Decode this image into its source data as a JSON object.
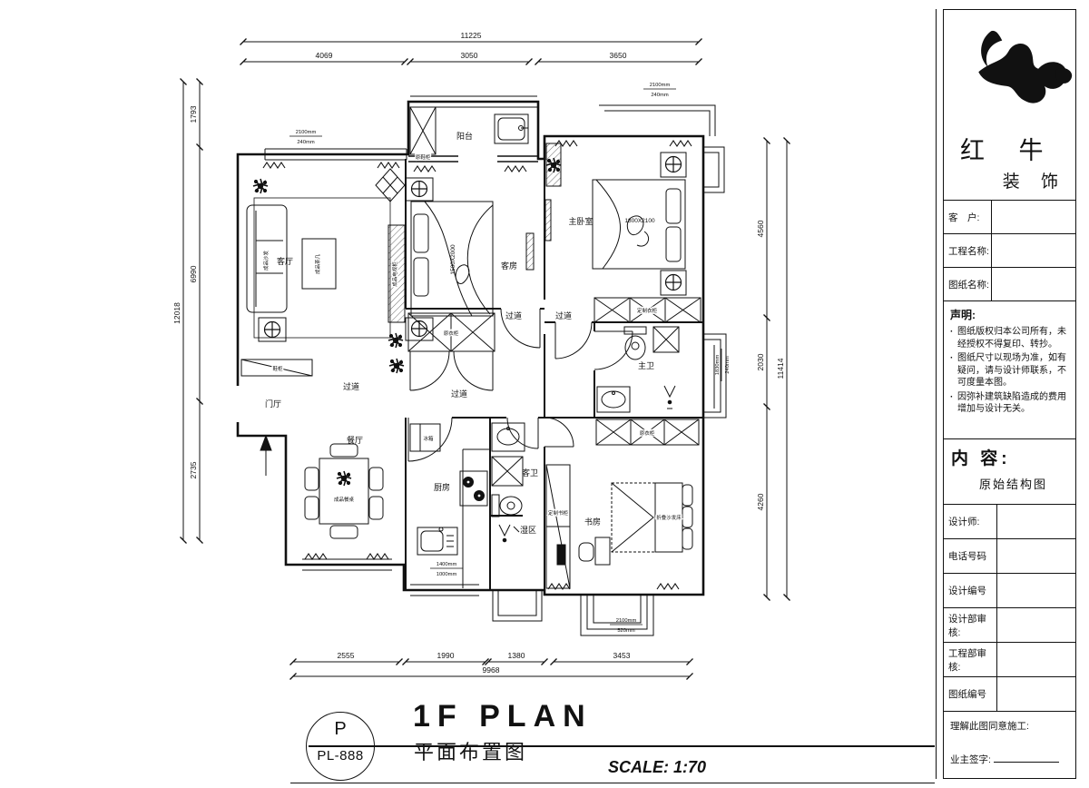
{
  "title_bar": {
    "sheet_code_top": "P",
    "sheet_code_bottom": "PL-888",
    "title_en": "1F PLAN",
    "title_zh": "平面布置图",
    "scale": "SCALE: 1:70"
  },
  "title_block": {
    "brand_top": "红 牛",
    "brand_bottom": "装 饰",
    "fields": [
      {
        "label": "客　户:"
      },
      {
        "label": "工程名称:"
      },
      {
        "label": "图纸名称:"
      }
    ],
    "statement_title": "声明:",
    "statements": [
      "图纸版权归本公司所有，未经授权不得复印、转抄。",
      "图纸尺寸以现场为准，如有疑问，请与设计师联系，不可度量本图。",
      "因弥补建筑缺陷造成的费用增加与设计无关。"
    ],
    "content_label": "内 容:",
    "content_value": "原始结构图",
    "rows": [
      "设计师:",
      "电话号码",
      "设计编号",
      "设计部审核:",
      "工程部审核:",
      "图纸编号"
    ],
    "agreement_label": "理解此图同意施工:",
    "signature_label": "业主签字:"
  },
  "dims": {
    "top": {
      "overall": "11225",
      "segs": [
        "4069",
        "3050",
        "3650"
      ]
    },
    "bottom": {
      "overall": "9968",
      "segs": [
        "2555",
        "1990",
        "1380",
        "3453"
      ]
    },
    "left": {
      "overall": "12018",
      "segs": [
        "1793",
        "6990",
        "2735"
      ]
    },
    "right": {
      "overall": "11414",
      "segs": [
        "4560",
        "2030",
        "4260"
      ]
    }
  },
  "plan": {
    "rooms": {
      "balcony": "阳台",
      "living": "客厅",
      "dining": "餐厅",
      "kitchen": "厨房",
      "foyer": "门厅",
      "guest_room": "客房",
      "master_bedroom": "主卧室",
      "study": "书房",
      "master_bath": "主卫",
      "guest_bath": "客卫",
      "wet_zone": "湿区",
      "corridor": "过道"
    },
    "items": {
      "shoe_cabinet": "鞋柜",
      "balcony_cabinet": "原鞋柜",
      "orig_wardrobe": "原衣柜",
      "custom_wardrobe": "定制衣柜",
      "bookcase": "定制书柜",
      "folding_sofa_bed": "折叠沙发床",
      "sofa": "成品沙发",
      "tea_table": "成品茶几",
      "tv_cabinet": "成品电视柜",
      "dining_table": "成品餐桌",
      "fridge": "冰箱",
      "master_bed_size": "1800X2100",
      "guest_bed_size": "1500X2000"
    },
    "notes": [
      {
        "top": "2100mm",
        "bottom": "240mm"
      },
      {
        "top": "2100mm",
        "bottom": "240mm"
      },
      {
        "top": "1830mm",
        "bottom": "240mm"
      },
      {
        "top": "1400mm",
        "bottom": "1000mm"
      },
      {
        "top": "2100mm",
        "bottom": "520mm"
      }
    ]
  }
}
